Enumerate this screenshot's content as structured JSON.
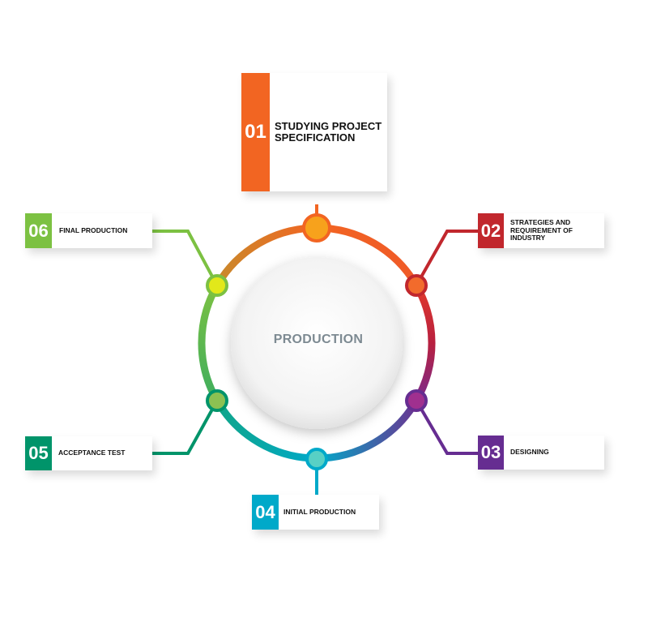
{
  "center": {
    "label": "PRODUCTION"
  },
  "steps": [
    {
      "number": "01",
      "label": "STUDYING PROJECT SPECIFICATION",
      "color": "#f26522",
      "dot": "#f7a21c"
    },
    {
      "number": "02",
      "label": "STRATEGIES AND REQUIREMENT OF INDUSTRY",
      "color": "#c1272d",
      "dot": "#f26b2c"
    },
    {
      "number": "03",
      "label": "DESIGNING",
      "color": "#662d91",
      "dot": "#a0308f"
    },
    {
      "number": "04",
      "label": "INITIAL PRODUCTION",
      "color": "#00a9c9",
      "dot": "#58d0c5"
    },
    {
      "number": "05",
      "label": "ACCEPTANCE TEST",
      "color": "#00946a",
      "dot": "#8cc152"
    },
    {
      "number": "06",
      "label": "FINAL PRODUCTION",
      "color": "#7cc142",
      "dot": "#e2e81a"
    }
  ]
}
